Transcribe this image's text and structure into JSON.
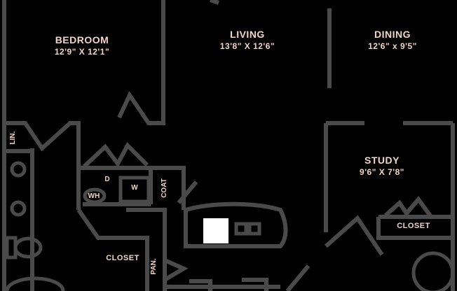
{
  "rooms": {
    "bedroom": {
      "name": "BEDROOM",
      "dims": "12'9\" X 12'1\""
    },
    "living": {
      "name": "LIVING",
      "dims": "13'8\" X 12'6\""
    },
    "dining": {
      "name": "DINING",
      "dims": "12'6\" x 9'5\""
    },
    "study": {
      "name": "STUDY",
      "dims": "9'6\" X 7'8\""
    }
  },
  "tags": {
    "closet_study": "CLOSET",
    "closet_hall": "CLOSET",
    "linen": "LIN.",
    "washer": "W",
    "dryer": "D",
    "wh": "WH",
    "coat": "COAT",
    "pantry": "PAN."
  },
  "colors": {
    "background": "#000000",
    "walls": "#4a4a4a",
    "labels": "#f2d3c8",
    "fixtures": "#ffffff"
  }
}
